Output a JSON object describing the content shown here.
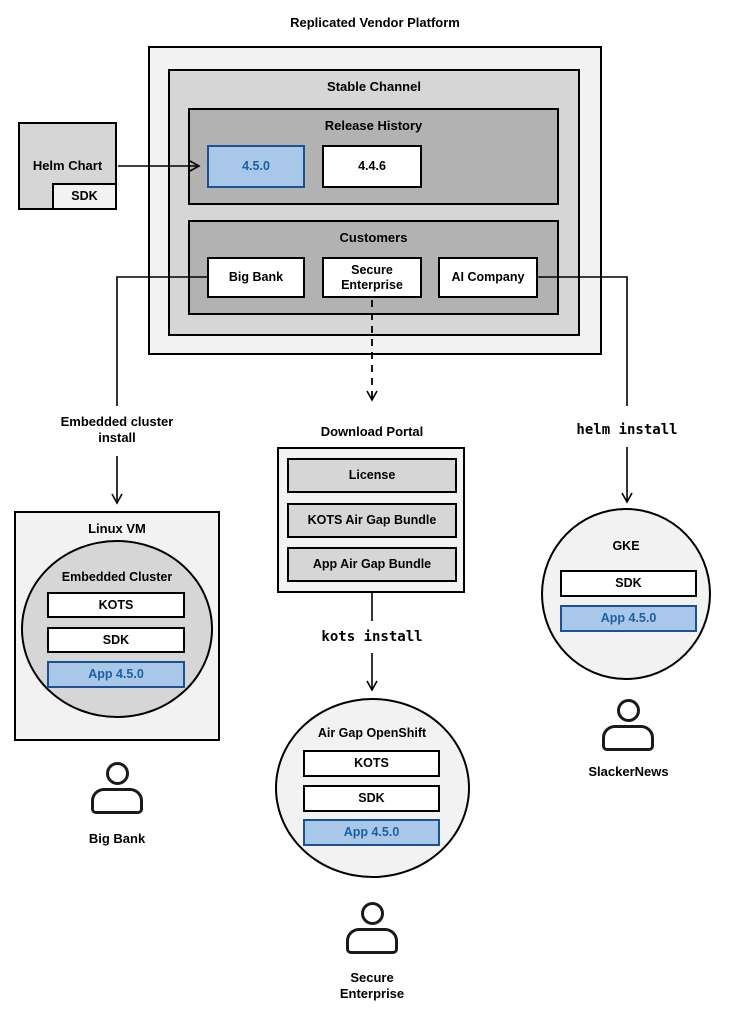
{
  "colors": {
    "blue_fill": "#a9c7e8",
    "blue_border": "#1a5291",
    "blue_text": "#1d5fa0",
    "gray_l1": "#f2f2f2",
    "gray_l2": "#d6d6d6",
    "gray_l3": "#b2b2b2"
  },
  "platform": {
    "title": "Replicated Vendor Platform",
    "stable_channel_label": "Stable Channel",
    "release_history_label": "Release History",
    "releases": [
      {
        "version": "4.5.0"
      },
      {
        "version": "4.4.6"
      }
    ],
    "customers_label": "Customers",
    "customers": [
      {
        "name": "Big Bank"
      },
      {
        "name": "Secure Enterprise"
      },
      {
        "name": "AI Company"
      }
    ]
  },
  "helm_chart": {
    "label": "Helm Chart",
    "sdk_label": "SDK"
  },
  "left_branch": {
    "edge_label": "Embedded cluster install",
    "vm_label": "Linux VM",
    "cluster_label": "Embedded Cluster",
    "components": [
      {
        "name": "KOTS"
      },
      {
        "name": "SDK"
      },
      {
        "name": "App 4.5.0"
      }
    ],
    "persona": "Big Bank"
  },
  "middle_branch": {
    "portal_label": "Download Portal",
    "portal_items": [
      {
        "name": "License"
      },
      {
        "name": "KOTS Air Gap Bundle"
      },
      {
        "name": "App Air Gap Bundle"
      }
    ],
    "command": "kots install",
    "cluster_label": "Air Gap OpenShift",
    "components": [
      {
        "name": "KOTS"
      },
      {
        "name": "SDK"
      },
      {
        "name": "App 4.5.0"
      }
    ],
    "persona": "Secure Enterprise"
  },
  "right_branch": {
    "command": "helm install",
    "cluster_label": "GKE",
    "components": [
      {
        "name": "SDK"
      },
      {
        "name": "App 4.5.0"
      }
    ],
    "persona": "SlackerNews"
  }
}
